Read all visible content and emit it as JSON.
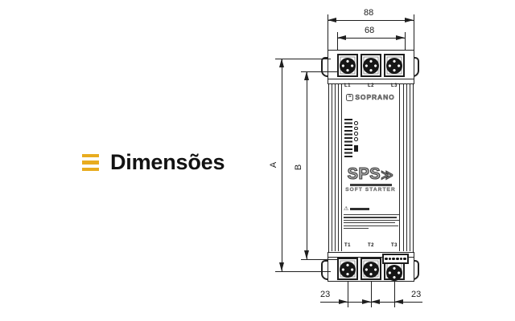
{
  "theme": {
    "background": "#ffffff",
    "accent_gold": "#E8AC1F",
    "line_color": "#1f1f1f"
  },
  "heading": {
    "title": "Dimensões"
  },
  "drawing": {
    "dimensions": {
      "outer_width": "88",
      "inner_width": "68",
      "height_outer": "A",
      "height_inner": "B",
      "terminal_pitch_left": "23",
      "terminal_pitch_right": "23"
    },
    "device": {
      "brand": "SOPRANO",
      "brand_mark": "S",
      "product_logo": "SPS",
      "logo_arrow": "≫",
      "product_subtitle": "SOFT STARTER",
      "warning_icon": "⚠",
      "input_terminals": [
        "L1",
        "L2",
        "L3"
      ],
      "output_terminals": [
        "T1",
        "T2",
        "T3"
      ]
    }
  }
}
